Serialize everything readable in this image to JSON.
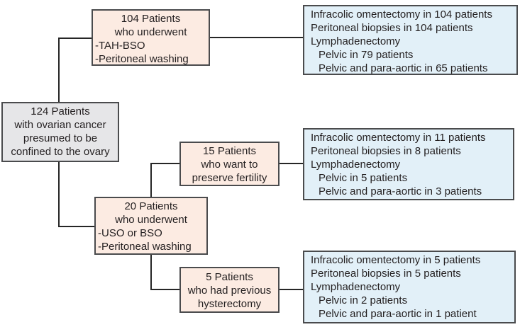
{
  "colors": {
    "process-bg": "#fcebe2",
    "outcome-bg": "#e2f0f8",
    "root-bg": "#e6e6e8",
    "border": "#4a4b4d",
    "line": "#262626",
    "text": "#231f20"
  },
  "flow": {
    "root": {
      "lines": [
        "124 Patients",
        "with ovarian cancer",
        "presumed to be",
        "confined to the ovary"
      ]
    },
    "tah": {
      "centered": [
        "104 Patients",
        "who underwent"
      ],
      "left": [
        "-TAH-BSO",
        "-Peritoneal washing"
      ]
    },
    "fertility": {
      "lines": [
        "15 Patients",
        "who want to",
        "preserve fertility"
      ]
    },
    "uso": {
      "centered": [
        "20 Patients",
        "who underwent"
      ],
      "left": [
        "-USO or BSO",
        "-Peritoneal washing"
      ]
    },
    "hysterectomy": {
      "lines": [
        "5 Patients",
        "who had previous",
        "hysterectomy"
      ]
    }
  },
  "outcomes": [
    {
      "lines": [
        "Infracolic omentectomy in 104 patients",
        "Peritoneal biopsies in 104 patients",
        "Lymphadenectomy",
        "Pelvic in 79 patients",
        "Pelvic and para-aortic in 65 patients"
      ]
    },
    {
      "lines": [
        "Infracolic omentectomy in 11 patients",
        "Peritoneal biopsies in 8 patients",
        "Lymphadenectomy",
        "Pelvic in 5 patients",
        "Pelvic and para-aortic in 3 patients"
      ]
    },
    {
      "lines": [
        "Infracolic omentectomy in 5 patients",
        "Peritoneal biopsies in 5 patients",
        "Lymphadenectomy",
        "Pelvic in 2 patients",
        "Pelvic and para-aortic in 1 patient"
      ]
    }
  ]
}
